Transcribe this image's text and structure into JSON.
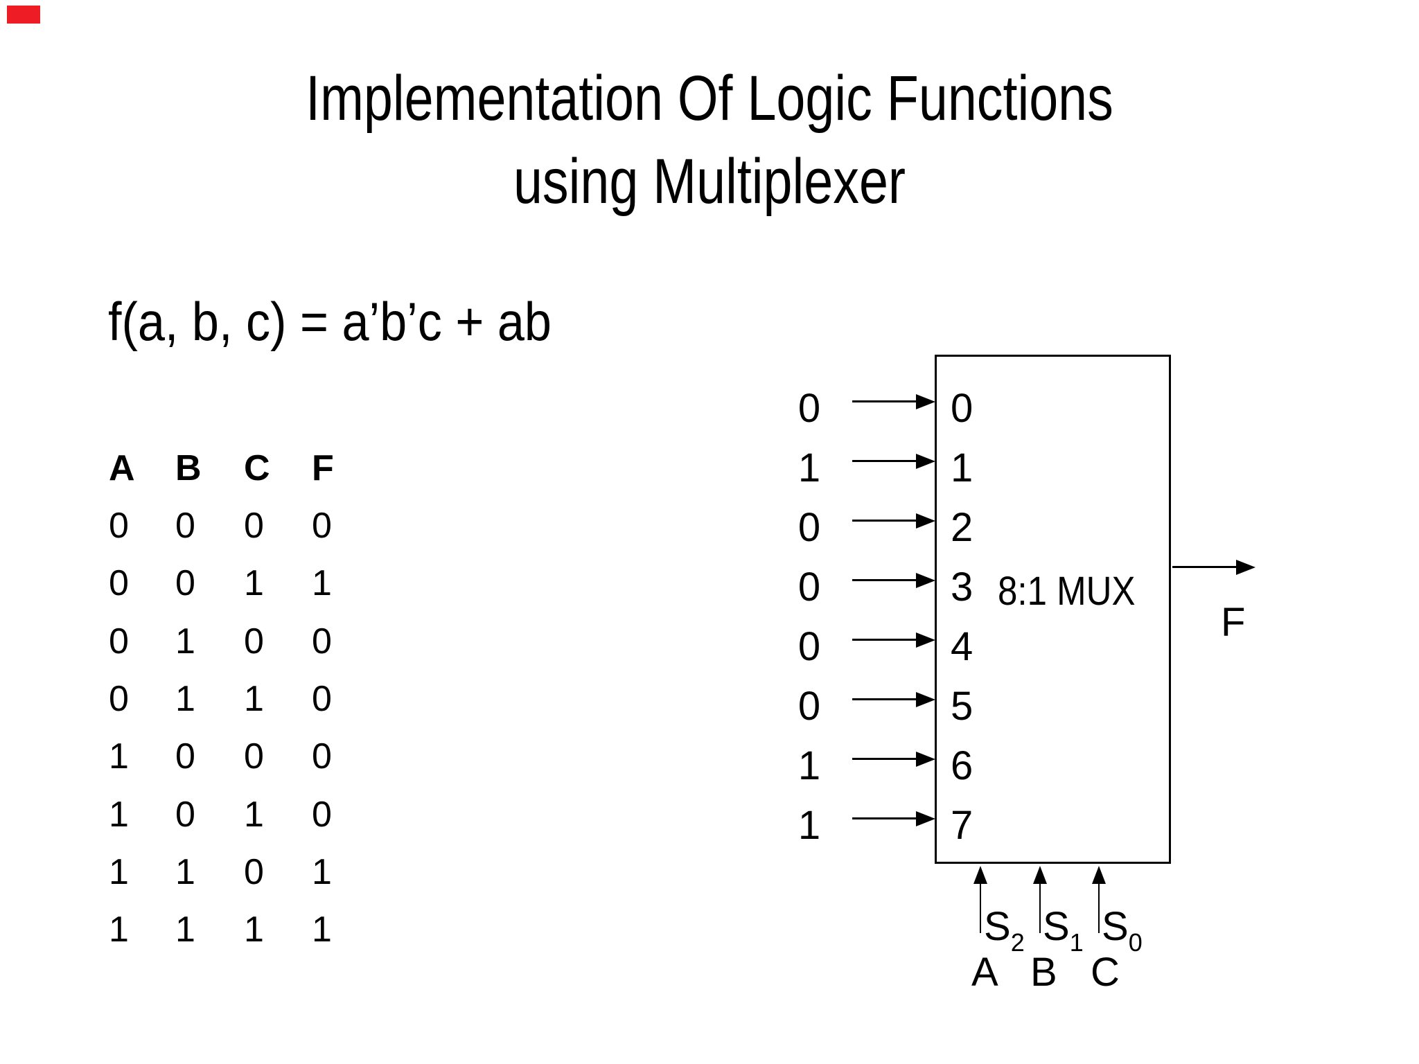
{
  "slide": {
    "background_color": "#ffffff",
    "text_color": "#000000",
    "red_marker_color": "#ee1c25",
    "title_line1": "Implementation Of Logic Functions",
    "title_line2": "using Multiplexer",
    "formula": "f(a, b, c) = a’b’c + ab"
  },
  "truth_table": {
    "headers": [
      "A",
      "B",
      "C",
      "F"
    ],
    "rows": [
      [
        "0",
        "0",
        "0",
        "0"
      ],
      [
        "0",
        "0",
        "1",
        "1"
      ],
      [
        "0",
        "1",
        "0",
        "0"
      ],
      [
        "0",
        "1",
        "1",
        "0"
      ],
      [
        "1",
        "0",
        "0",
        "0"
      ],
      [
        "1",
        "0",
        "1",
        "0"
      ],
      [
        "1",
        "1",
        "0",
        "1"
      ],
      [
        "1",
        "1",
        "1",
        "1"
      ]
    ]
  },
  "mux": {
    "label": "8:1 MUX",
    "output_label": "F",
    "inputs": [
      {
        "value": "0",
        "channel": "0"
      },
      {
        "value": "1",
        "channel": "1"
      },
      {
        "value": "0",
        "channel": "2"
      },
      {
        "value": "0",
        "channel": "3"
      },
      {
        "value": "0",
        "channel": "4"
      },
      {
        "value": "0",
        "channel": "5"
      },
      {
        "value": "1",
        "channel": "6"
      },
      {
        "value": "1",
        "channel": "7"
      }
    ],
    "selects": [
      {
        "label": "S",
        "sub": "2",
        "signal": "A"
      },
      {
        "label": "S",
        "sub": "1",
        "signal": "B"
      },
      {
        "label": "S",
        "sub": "0",
        "signal": "C"
      }
    ]
  }
}
